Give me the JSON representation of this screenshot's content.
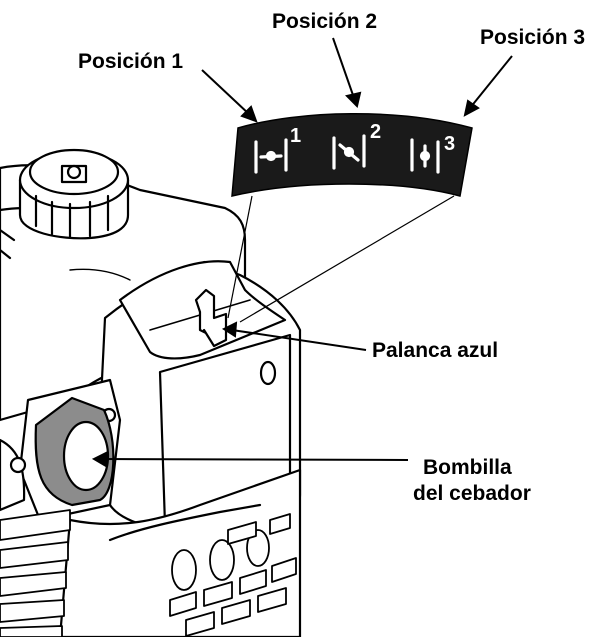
{
  "labels": {
    "position_1": "Posición 1",
    "position_2": "Posición 2",
    "position_3": "Posición 3",
    "blue_lever": "Palanca azul",
    "primer_bulb_line1": "Bombilla",
    "primer_bulb_line2": "del cebador"
  },
  "dial": {
    "num_1": "1",
    "num_2": "2",
    "num_3": "3"
  },
  "colors": {
    "ink": "#000000",
    "paper": "#ffffff",
    "dial_fill": "#1a1a1a",
    "bulb_gray": "#8c8c8c"
  }
}
